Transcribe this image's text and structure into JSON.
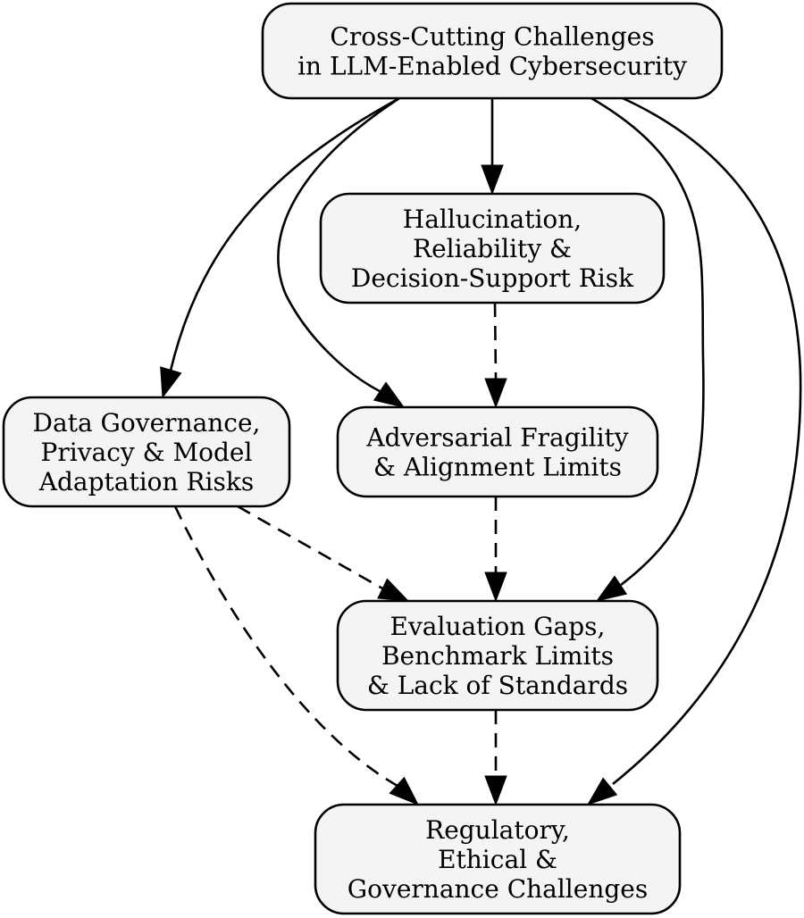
{
  "diagram": {
    "nodes": [
      {
        "id": "root",
        "lines": [
          "Cross-Cutting Challenges",
          "in LLM-Enabled Cybersecurity"
        ]
      },
      {
        "id": "hallucination",
        "lines": [
          "Hallucination,",
          "Reliability &",
          "Decision-Support Risk"
        ]
      },
      {
        "id": "data_governance",
        "lines": [
          "Data Governance,",
          "Privacy & Model",
          "Adaptation Risks"
        ]
      },
      {
        "id": "adversarial",
        "lines": [
          "Adversarial Fragility",
          "& Alignment Limits"
        ]
      },
      {
        "id": "evaluation",
        "lines": [
          "Evaluation Gaps,",
          "Benchmark Limits",
          "& Lack of Standards"
        ]
      },
      {
        "id": "regulatory",
        "lines": [
          "Regulatory,",
          "Ethical &",
          "Governance Challenges"
        ]
      }
    ],
    "edges": [
      {
        "from": "root",
        "to": "hallucination",
        "style": "solid"
      },
      {
        "from": "root",
        "to": "data_governance",
        "style": "solid"
      },
      {
        "from": "root",
        "to": "adversarial",
        "style": "solid"
      },
      {
        "from": "root",
        "to": "evaluation",
        "style": "solid"
      },
      {
        "from": "root",
        "to": "regulatory",
        "style": "solid"
      },
      {
        "from": "hallucination",
        "to": "adversarial",
        "style": "dashed"
      },
      {
        "from": "adversarial",
        "to": "evaluation",
        "style": "dashed"
      },
      {
        "from": "data_governance",
        "to": "evaluation",
        "style": "dashed"
      },
      {
        "from": "data_governance",
        "to": "regulatory",
        "style": "dashed"
      },
      {
        "from": "evaluation",
        "to": "regulatory",
        "style": "dashed"
      }
    ]
  }
}
